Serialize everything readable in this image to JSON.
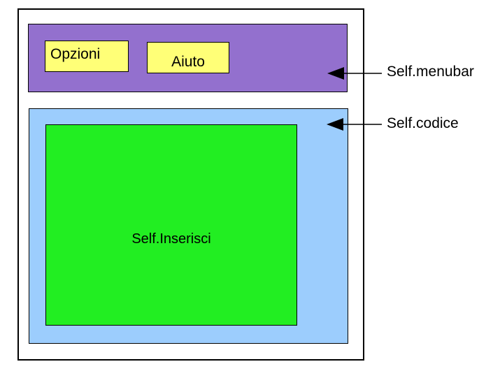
{
  "diagram": {
    "title": "Self GUI structure diagram",
    "colors": {
      "menubar_fill": "#9370CE",
      "menu_button_fill": "#FFFF77",
      "codice_fill": "#9CCDFD",
      "inserisci_fill": "#22EE22",
      "outline": "#000000",
      "background": "#FFFFFF"
    }
  },
  "window": {
    "menubar": {
      "buttons": [
        {
          "label": "Opzioni"
        },
        {
          "label": "Aiuto"
        }
      ]
    },
    "codice": {
      "inserisci": {
        "label": "Self.Inserisci"
      }
    }
  },
  "annotations": [
    {
      "label": "Self.menubar",
      "arrow": "left-pointing-arrow",
      "target": "menubar"
    },
    {
      "label": "Self.codice",
      "arrow": "left-pointing-arrow",
      "target": "codice"
    }
  ]
}
